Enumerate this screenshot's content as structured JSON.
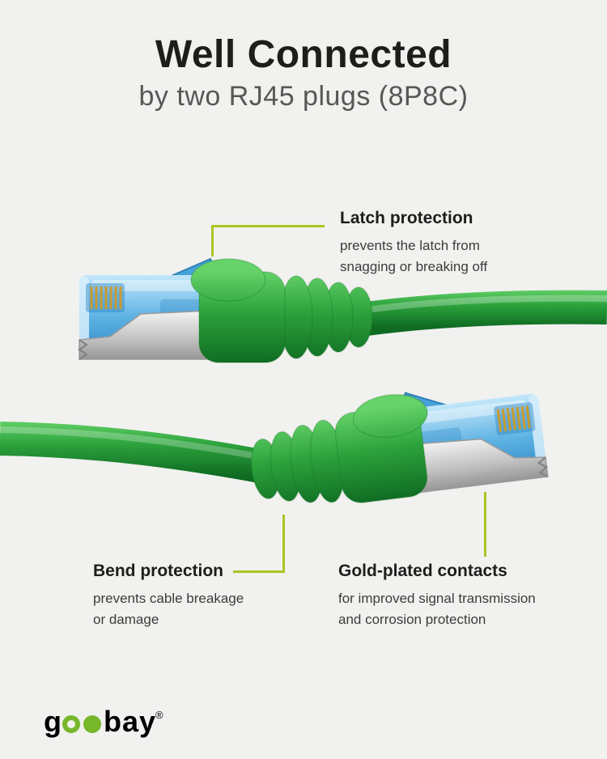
{
  "header": {
    "title": "Well Connected",
    "subtitle": "by two RJ45 plugs (8P8C)"
  },
  "callouts": [
    {
      "heading": "Latch protection",
      "line1": "prevents the latch from",
      "line2": "snagging or breaking off"
    },
    {
      "heading": "Bend protection",
      "line1": "prevents cable breakage",
      "line2": "or damage"
    },
    {
      "heading": "Gold-plated contacts",
      "line1": "for improved signal transmission",
      "line2": "and corrosion protection"
    }
  ],
  "logo": {
    "g": "g",
    "bay": "bay",
    "reg": "®"
  },
  "product": {
    "image_name": "green-rj45-patch-cable-two-plugs"
  },
  "colors": {
    "background": "#f1f1ef",
    "accent_line": "#a8c622",
    "logo_green": "#76b82a",
    "cable_green": "#2ca23c",
    "connector_blue": "#5db2e3",
    "metal_gray": "#c3c3c3",
    "contact_gold": "#c89b30",
    "title_text": "#1d1d1b",
    "subtitle_text": "#575756",
    "body_text": "#3c3c3b"
  }
}
